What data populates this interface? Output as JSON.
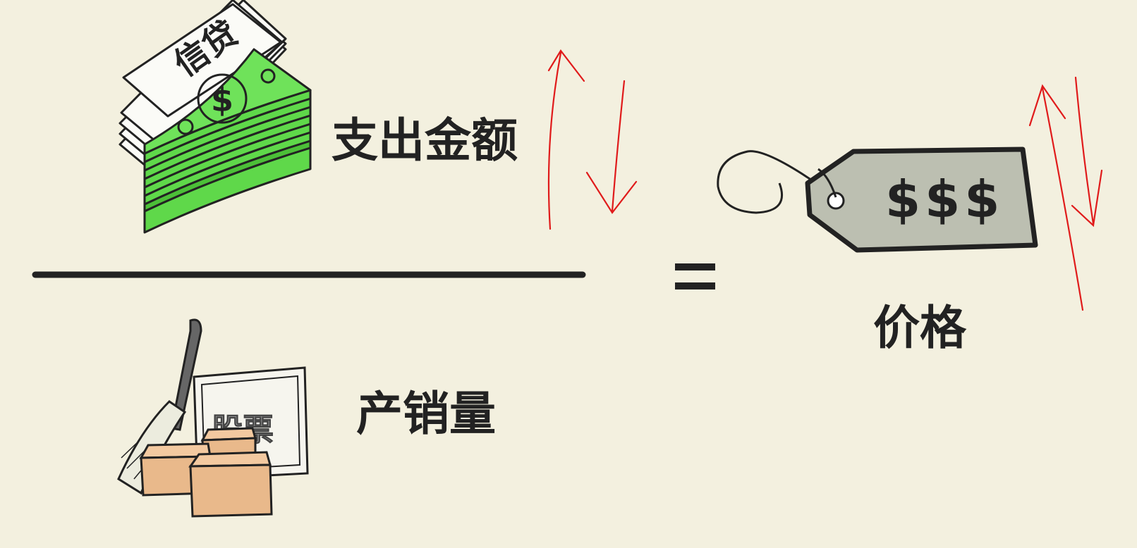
{
  "equation": {
    "numerator_label": "支出金额",
    "denominator_label": "产销量",
    "equals_sign": "=",
    "result_label": "价格"
  },
  "icons": {
    "money_stack": {
      "name": "money-stack-icon",
      "note_text": "信贷",
      "symbol": "$"
    },
    "goods": {
      "name": "goods-boxes-icon",
      "certificate_text": "股票"
    },
    "price_tag": {
      "name": "price-tag-icon",
      "tag_text": "$$$"
    }
  },
  "annotations": {
    "numerator_arrows": [
      "up-arrow",
      "down-arrow"
    ],
    "price_arrows": [
      "up-arrow",
      "down-arrow"
    ],
    "arrow_color": "#e01b1b"
  },
  "colors": {
    "background": "#f3f0df",
    "money_green": "#5fd84a",
    "tag_gray": "#bcbfb1",
    "box_tan": "#e9b98b",
    "ink": "#222222"
  }
}
